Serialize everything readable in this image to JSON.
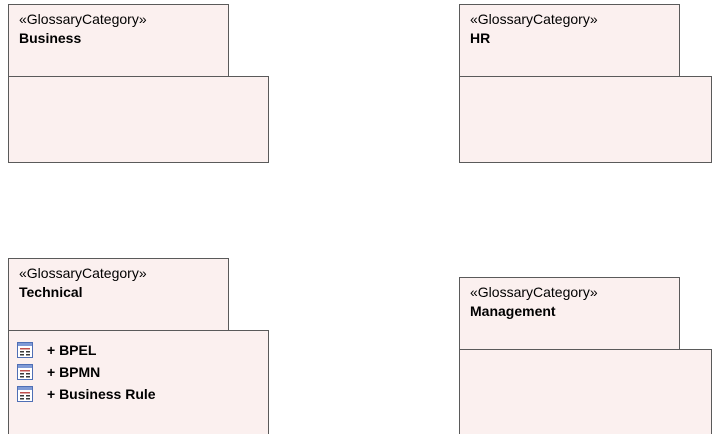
{
  "packages": {
    "business": {
      "stereotype": "«GlossaryCategory»",
      "name": "Business"
    },
    "hr": {
      "stereotype": "«GlossaryCategory»",
      "name": "HR"
    },
    "technical": {
      "stereotype": "«GlossaryCategory»",
      "name": "Technical",
      "items": [
        {
          "label": "+ BPEL",
          "icon": "glossary-term-icon"
        },
        {
          "label": "+ BPMN",
          "icon": "glossary-term-icon"
        },
        {
          "label": "+ Business Rule",
          "icon": "glossary-term-icon"
        }
      ]
    },
    "management": {
      "stereotype": "«GlossaryCategory»",
      "name": "Management"
    }
  },
  "colors": {
    "fill": "#fbf0ef",
    "border": "#5a5a5a",
    "icon": "#4f6fb5"
  }
}
